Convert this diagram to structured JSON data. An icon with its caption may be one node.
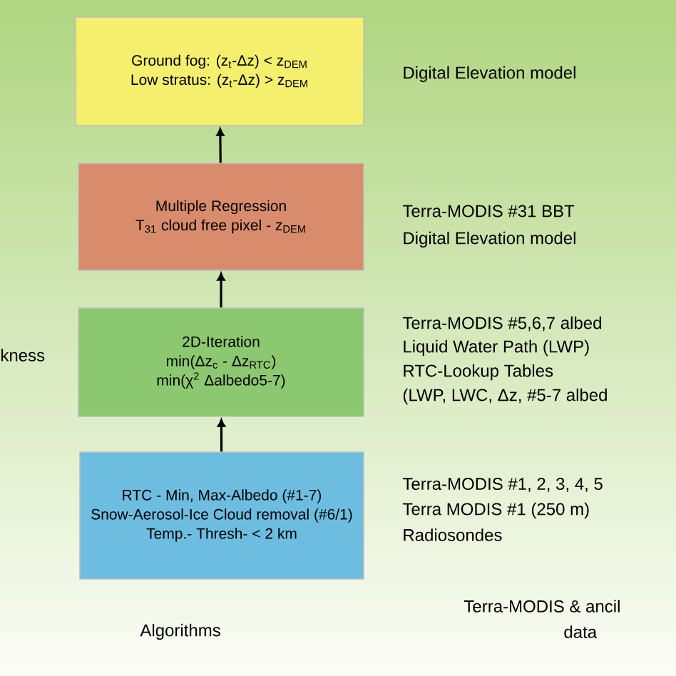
{
  "diagram": {
    "nodes": [
      {
        "text": [
          "Ground fog: (z$_{t}$-Δz) < z$_{DEM}$",
          "Low stratus: (z$_{t}$-Δz) > z$_{DEM}$"
        ]
      },
      {
        "text": [
          "Multiple Regression",
          "T$_{31}$ cloud free pixel - z$_{DEM}$"
        ]
      },
      {
        "text": [
          "2D-Iteration",
          "min(Δz$_{c}$ - Δz$_{RTC}$)",
          "min(χ$^{2}$ Δalbedo5-7)"
        ]
      },
      {
        "text": [
          "RTC - Min, Max-Albedo (#1-7)",
          "Snow-Aerosol-Ice Cloud removal (#6/1)",
          "Temp.- Thresh- < 2 km"
        ]
      }
    ],
    "edges": [
      {
        "from": 3,
        "to": 2,
        "arrow": "to"
      },
      {
        "from": 2,
        "to": 1,
        "arrow": "to"
      },
      {
        "from": 1,
        "to": 0,
        "arrow": "to"
      }
    ],
    "labels": [
      "Digital Elevation model",
      "Terra-MODIS #31 BBT",
      "Digital Elevation model",
      "kness",
      "Terra-MODIS #5,6,7 albed",
      "Liquid Water Path (LWP)",
      "RTC-Lookup Tables",
      "(LWP, LWC, Δz, #5-7 albed",
      "Terra-MODIS #1, 2, 3, 4, 5",
      "Terra MODIS #1 (250 m)",
      "Radiosondes",
      "Algorithms",
      "Terra-MODIS & ancil",
      "data"
    ]
  }
}
